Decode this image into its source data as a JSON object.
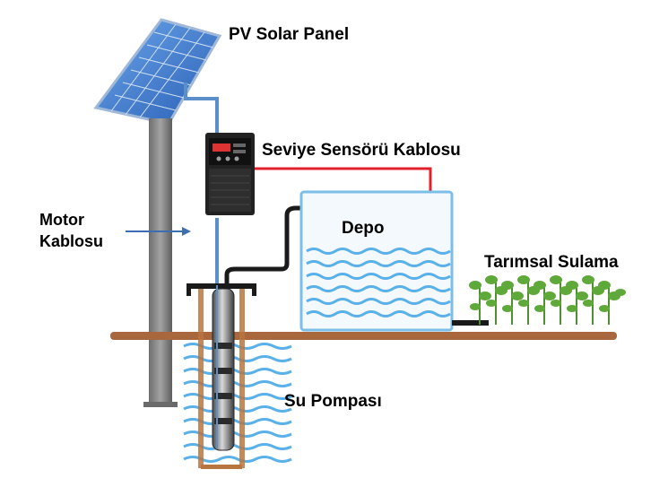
{
  "labels": {
    "pv_solar_panel": "PV Solar Panel",
    "level_sensor_cable": "Seviye Sensörü Kablosu",
    "motor_cable_line1": "Motor",
    "motor_cable_line2": "Kablosu",
    "tank": "Depo",
    "agricultural_irrigation": "Tarımsal Sulama",
    "water_pump": "Su Pompası"
  },
  "colors": {
    "solar_panel": "#3f7fcf",
    "pole": "#8c8c8c",
    "ground": "#a8673c",
    "sensor_cable": "#e0202a",
    "motor_cable": "#5b8fc9",
    "pipe": "#1a1a1a",
    "water_waves": "#5ab0e8",
    "plants": "#5fa83a"
  },
  "icons": [
    "solar-panel-icon",
    "inverter-icon",
    "pump-icon",
    "tank-icon",
    "plant-icon"
  ]
}
